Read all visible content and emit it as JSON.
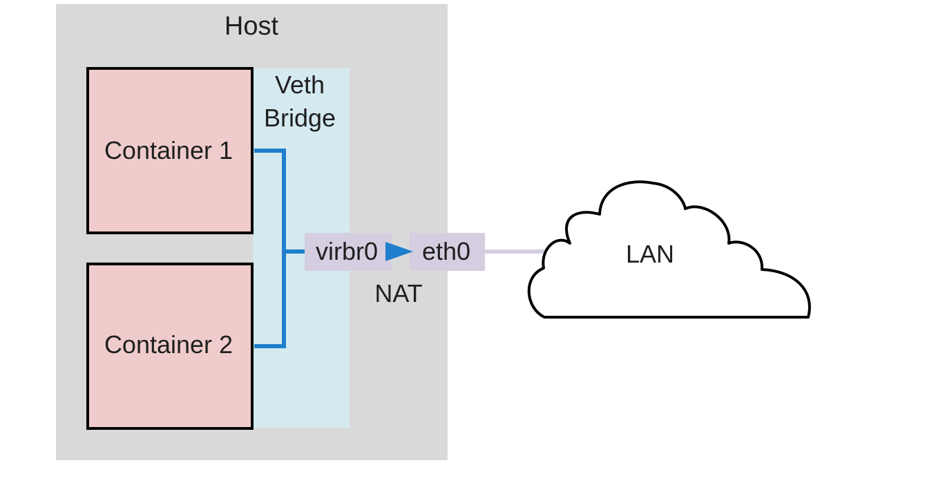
{
  "host": {
    "label": "Host"
  },
  "bridge": {
    "label_line1": "Veth",
    "label_line2": "Bridge"
  },
  "containers": [
    {
      "label": "Container 1"
    },
    {
      "label": "Container 2"
    }
  ],
  "interfaces": {
    "virbr0": "virbr0",
    "eth0": "eth0",
    "nat_label": "NAT"
  },
  "network": {
    "label": "LAN"
  },
  "colors": {
    "host_fill": "#d9d9d9",
    "bridge_fill": "#d4eaf0",
    "container_fill": "#efcccb",
    "interface_fill": "#d5cde0",
    "wire_blue": "#1f7fcc",
    "lan_link": "#d5cde0"
  }
}
